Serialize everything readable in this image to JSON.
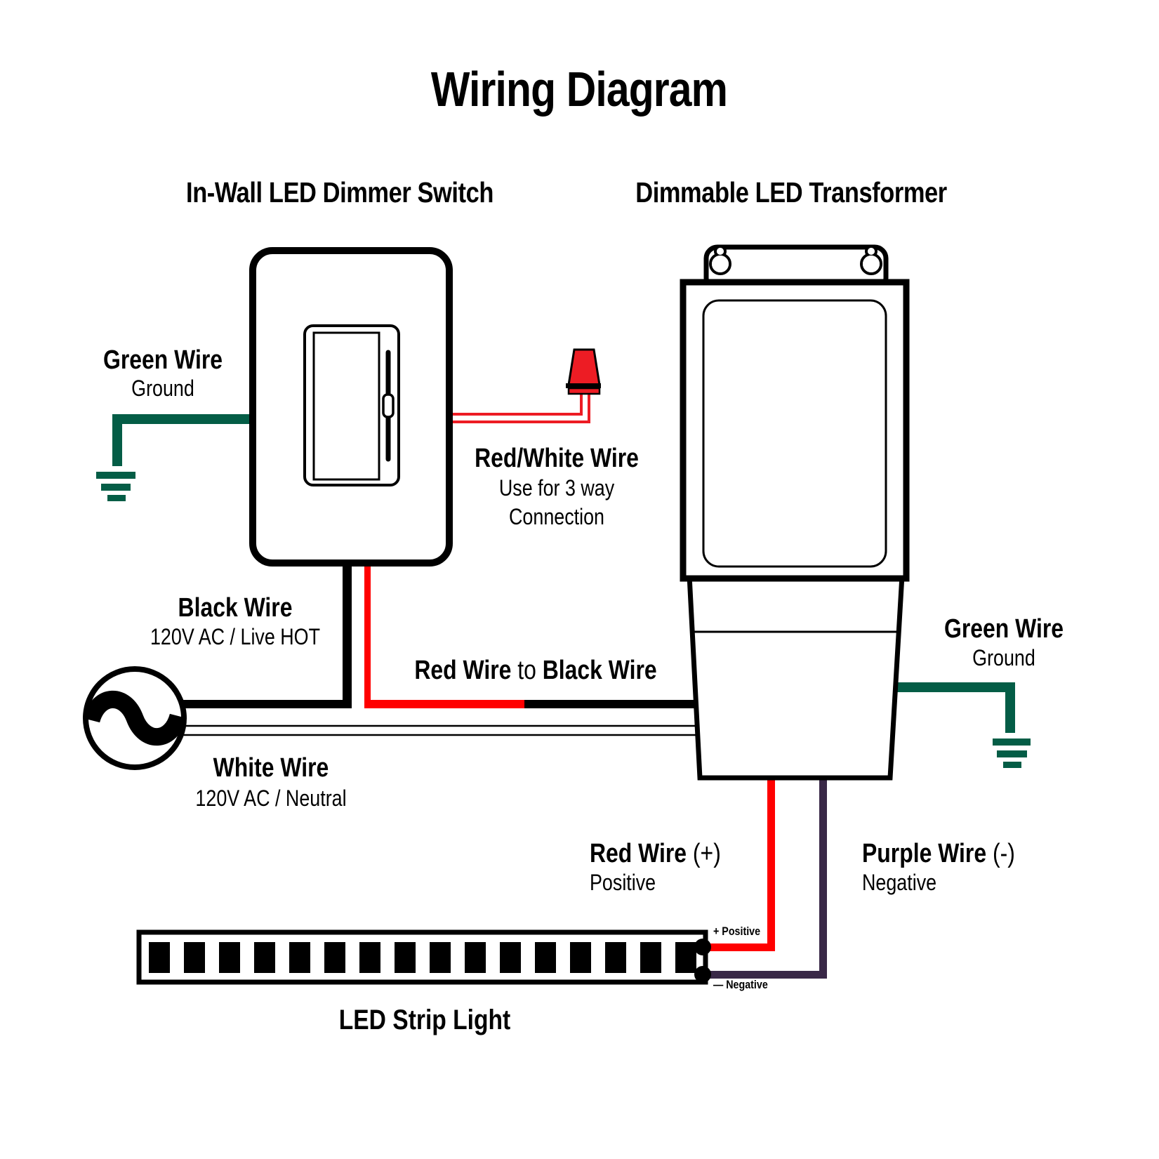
{
  "title": "Wiring Diagram",
  "dimmer": {
    "heading": "In-Wall LED Dimmer Switch"
  },
  "transformer": {
    "heading": "Dimmable LED Transformer"
  },
  "labels": {
    "green_left": {
      "name": "Green Wire",
      "sub": "Ground"
    },
    "red_white": {
      "name": "Red/White Wire",
      "sub1": "Use for 3 way",
      "sub2": "Connection"
    },
    "black": {
      "name": "Black Wire",
      "sub": "120V AC / Live HOT"
    },
    "red_to_black": {
      "b1": "Red Wire",
      "mid": " to ",
      "b2": "Black Wire"
    },
    "white": {
      "name": "White Wire",
      "sub": "120V AC / Neutral"
    },
    "green_right": {
      "name": "Green Wire",
      "sub": "Ground"
    },
    "red_pos": {
      "bold": "Red Wire",
      "paren": " (+)",
      "sub": "Positive"
    },
    "purple_neg": {
      "bold": "Purple Wire",
      "paren": " (-)",
      "sub": "Negative"
    },
    "strip": {
      "name": "LED Strip Light",
      "plus_label": "+  Positive",
      "minus_label": "—  Negative",
      "led_count": 16
    }
  },
  "colors": {
    "green": "#045d46",
    "red": "#ff0000",
    "wire_red": "#ed1c24",
    "purple": "#392847",
    "black": "#000000"
  }
}
